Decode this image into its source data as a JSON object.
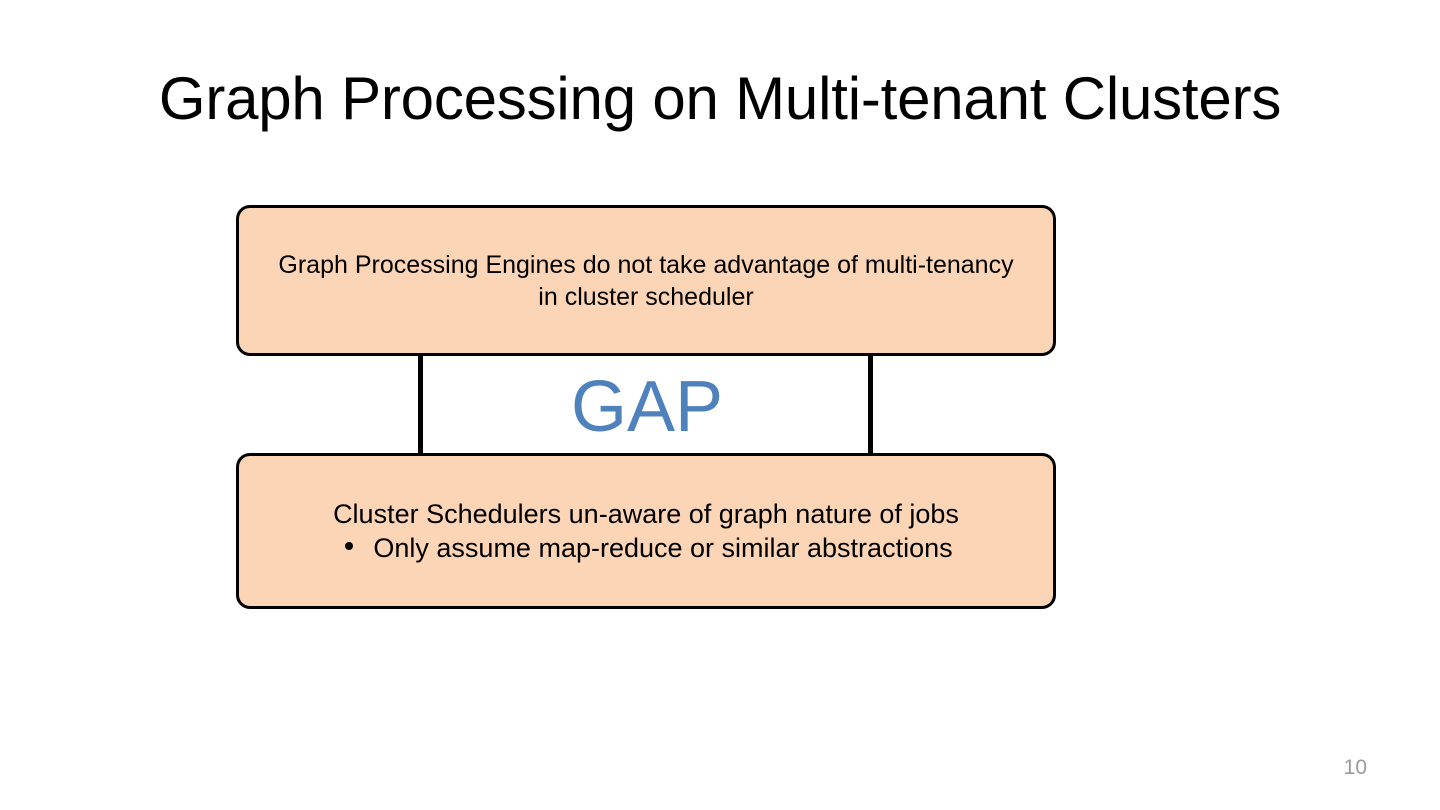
{
  "slide": {
    "title": "Graph Processing on Multi-tenant Clusters",
    "page_number": "10",
    "background_color": "#ffffff"
  },
  "diagram": {
    "type": "gap-comparison",
    "accent_color": "#4f81bd",
    "box_fill_color": "#fbd5b5",
    "box_border_color": "#000000",
    "gap_label": "GAP",
    "top_box": {
      "lines": [
        "Graph Processing Engines do not take advantage of multi-tenancy",
        "in cluster scheduler"
      ]
    },
    "bottom_box": {
      "heading": "Cluster Schedulers un-aware of graph nature of jobs",
      "bullets": [
        "Only assume map-reduce or similar abstractions"
      ]
    }
  }
}
